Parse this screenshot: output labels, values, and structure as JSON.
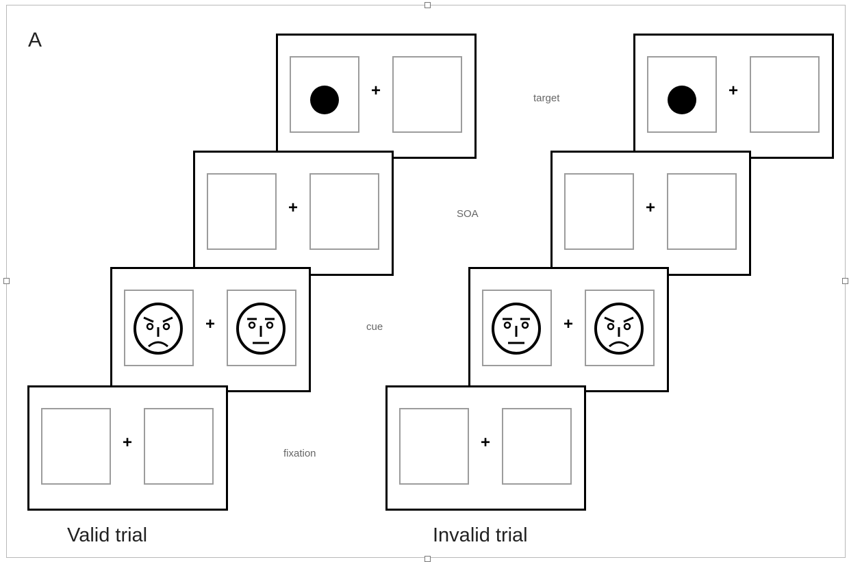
{
  "panel_letter": "A",
  "stages": {
    "target": "target",
    "soa": "SOA",
    "cue": "cue",
    "fixation": "fixation"
  },
  "fixation_cross": "+",
  "trials": {
    "valid": "Valid trial",
    "invalid": "Invalid trial"
  },
  "stimuli": {
    "target_shape": "filled black circle",
    "cue_faces": {
      "valid": {
        "left": "angry-face",
        "right": "neutral-face"
      },
      "invalid": {
        "left": "neutral-face",
        "right": "angry-face"
      }
    }
  }
}
